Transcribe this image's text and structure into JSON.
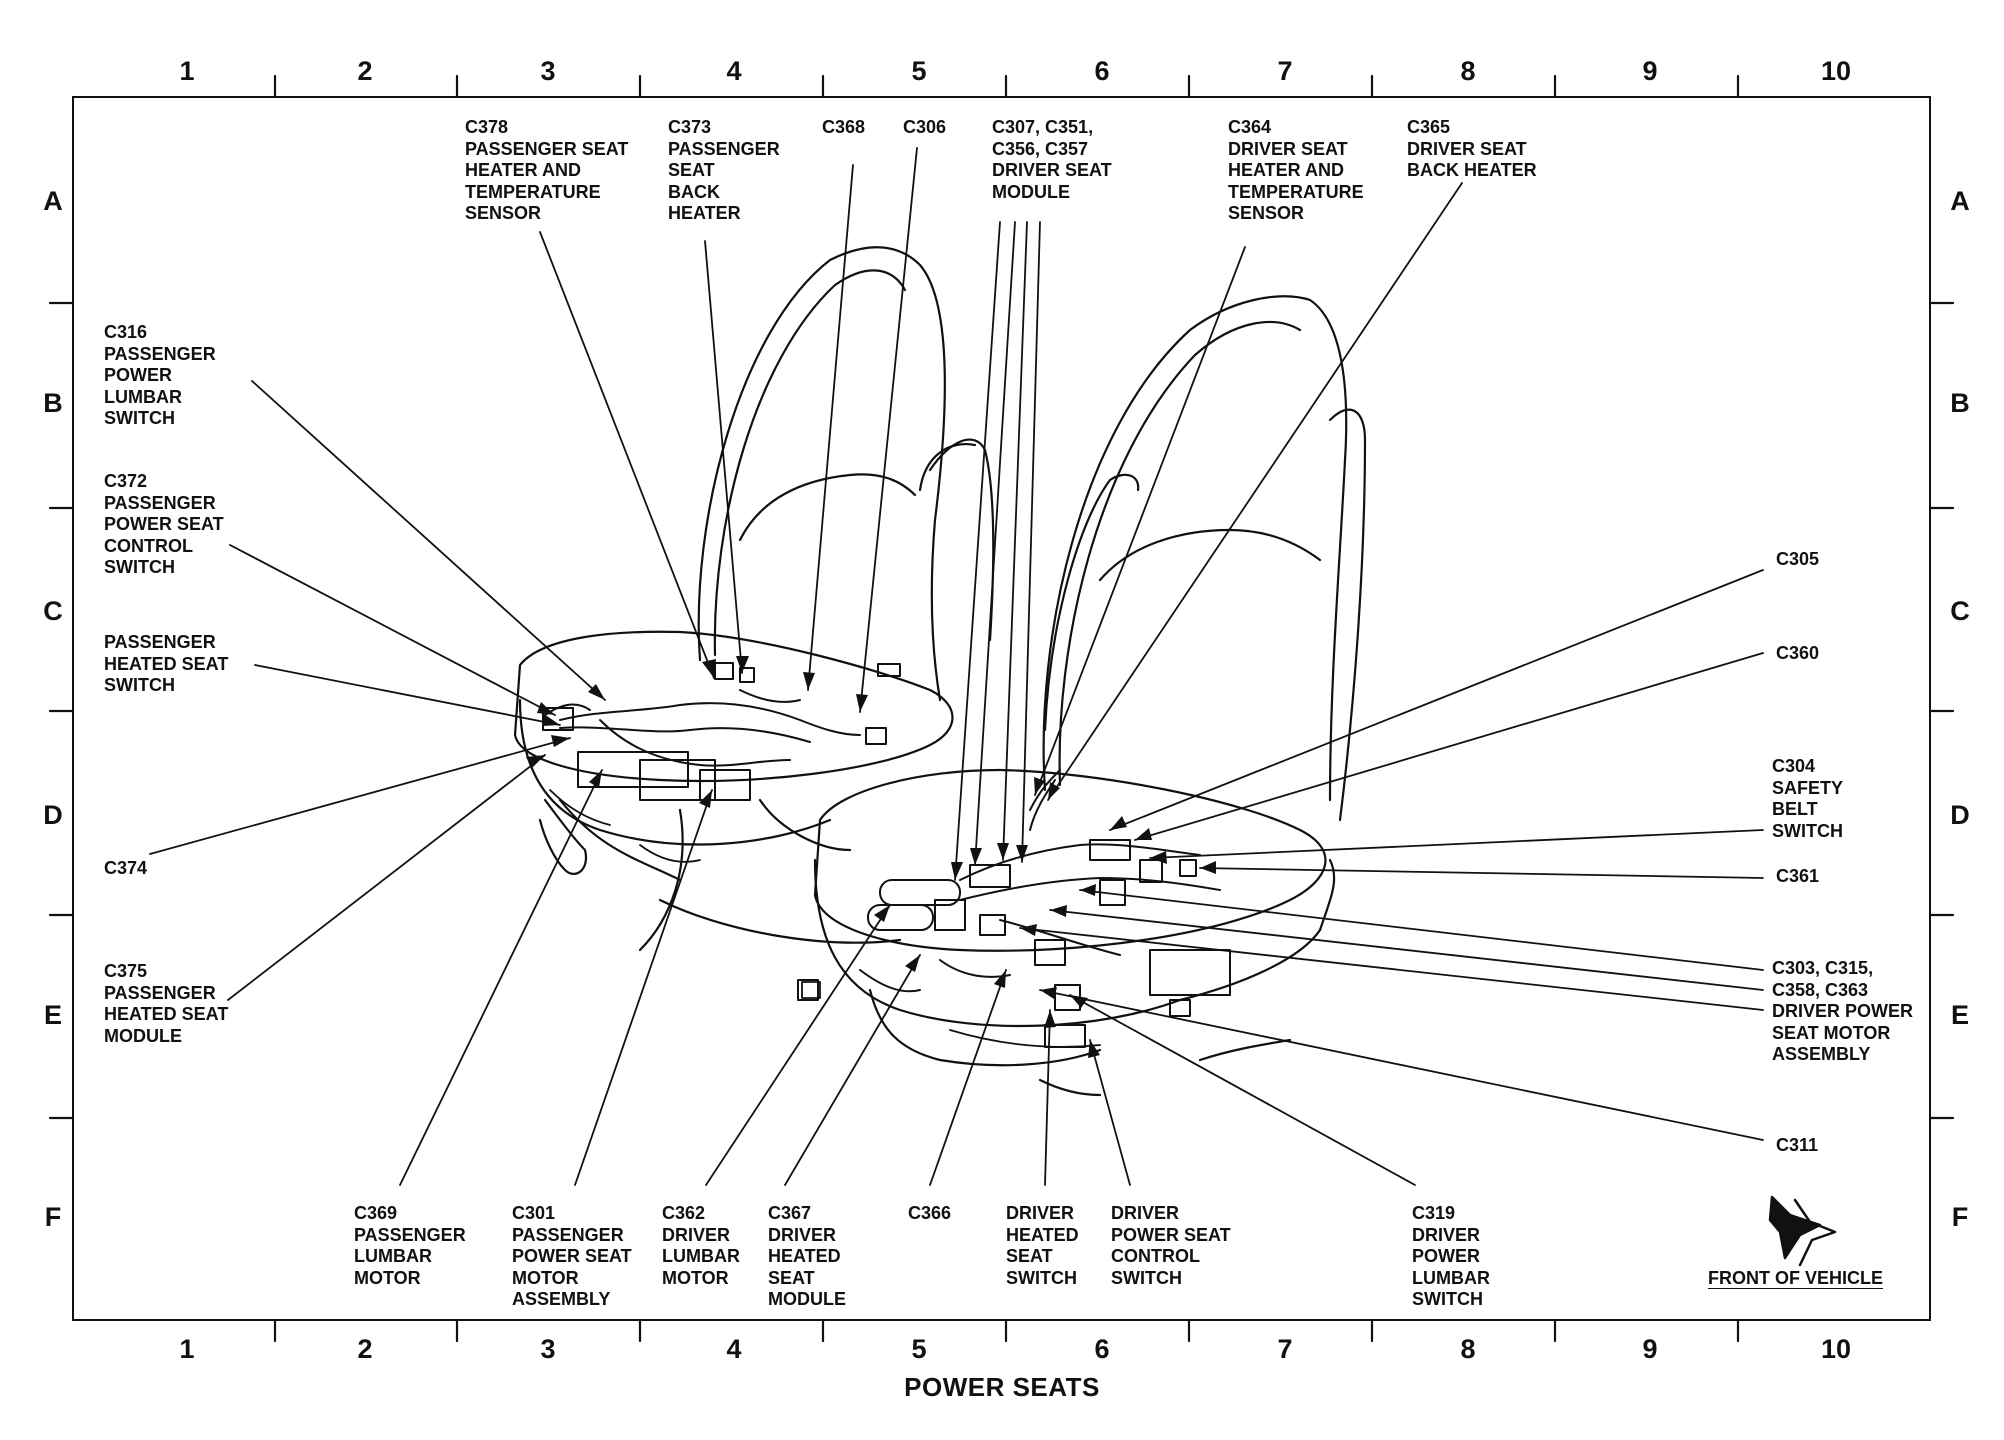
{
  "title": "POWER SEATS",
  "front_of_vehicle": "FRONT OF VEHICLE",
  "grid": {
    "columns": [
      "1",
      "2",
      "3",
      "4",
      "5",
      "6",
      "7",
      "8",
      "9",
      "10"
    ],
    "rows": [
      "A",
      "B",
      "C",
      "D",
      "E",
      "F"
    ]
  },
  "labels": {
    "c378": "C378\nPASSENGER SEAT\nHEATER AND\nTEMPERATURE\nSENSOR",
    "c373": "C373\nPASSENGER\nSEAT\nBACK\nHEATER",
    "c368": "C368",
    "c306": "C306",
    "c307": "C307, C351,\nC356, C357\nDRIVER SEAT\nMODULE",
    "c364": "C364\nDRIVER SEAT\nHEATER AND\nTEMPERATURE\nSENSOR",
    "c365": "C365\nDRIVER SEAT\nBACK HEATER",
    "c316": "C316\nPASSENGER\nPOWER\nLUMBAR\nSWITCH",
    "c372": "C372\nPASSENGER\nPOWER SEAT\nCONTROL\nSWITCH",
    "passenger_heated_seat_switch": "PASSENGER\nHEATED SEAT\nSWITCH",
    "c374": "C374",
    "c375": "C375\nPASSENGER\nHEATED SEAT\nMODULE",
    "c305": "C305",
    "c360": "C360",
    "c304": "C304\nSAFETY\nBELT\nSWITCH",
    "c361": "C361",
    "c303": "C303, C315,\nC358, C363",
    "driver_power_seat_motor": "DRIVER POWER\nSEAT MOTOR\nASSEMBLY",
    "c311": "C311",
    "c369": "C369\nPASSENGER\nLUMBAR\nMOTOR",
    "c301": "C301\nPASSENGER\nPOWER SEAT\nMOTOR\nASSEMBLY",
    "c362": "C362\nDRIVER\nLUMBAR\nMOTOR",
    "c367": "C367\nDRIVER\nHEATED\nSEAT\nMODULE",
    "c366": "C366",
    "driver_heated_seat_switch": "DRIVER\nHEATED\nSEAT\nSWITCH",
    "driver_power_seat_control_switch": "DRIVER\nPOWER SEAT\nCONTROL\nSWITCH",
    "c319": "C319\nDRIVER\nPOWER\nLUMBAR\nSWITCH"
  }
}
